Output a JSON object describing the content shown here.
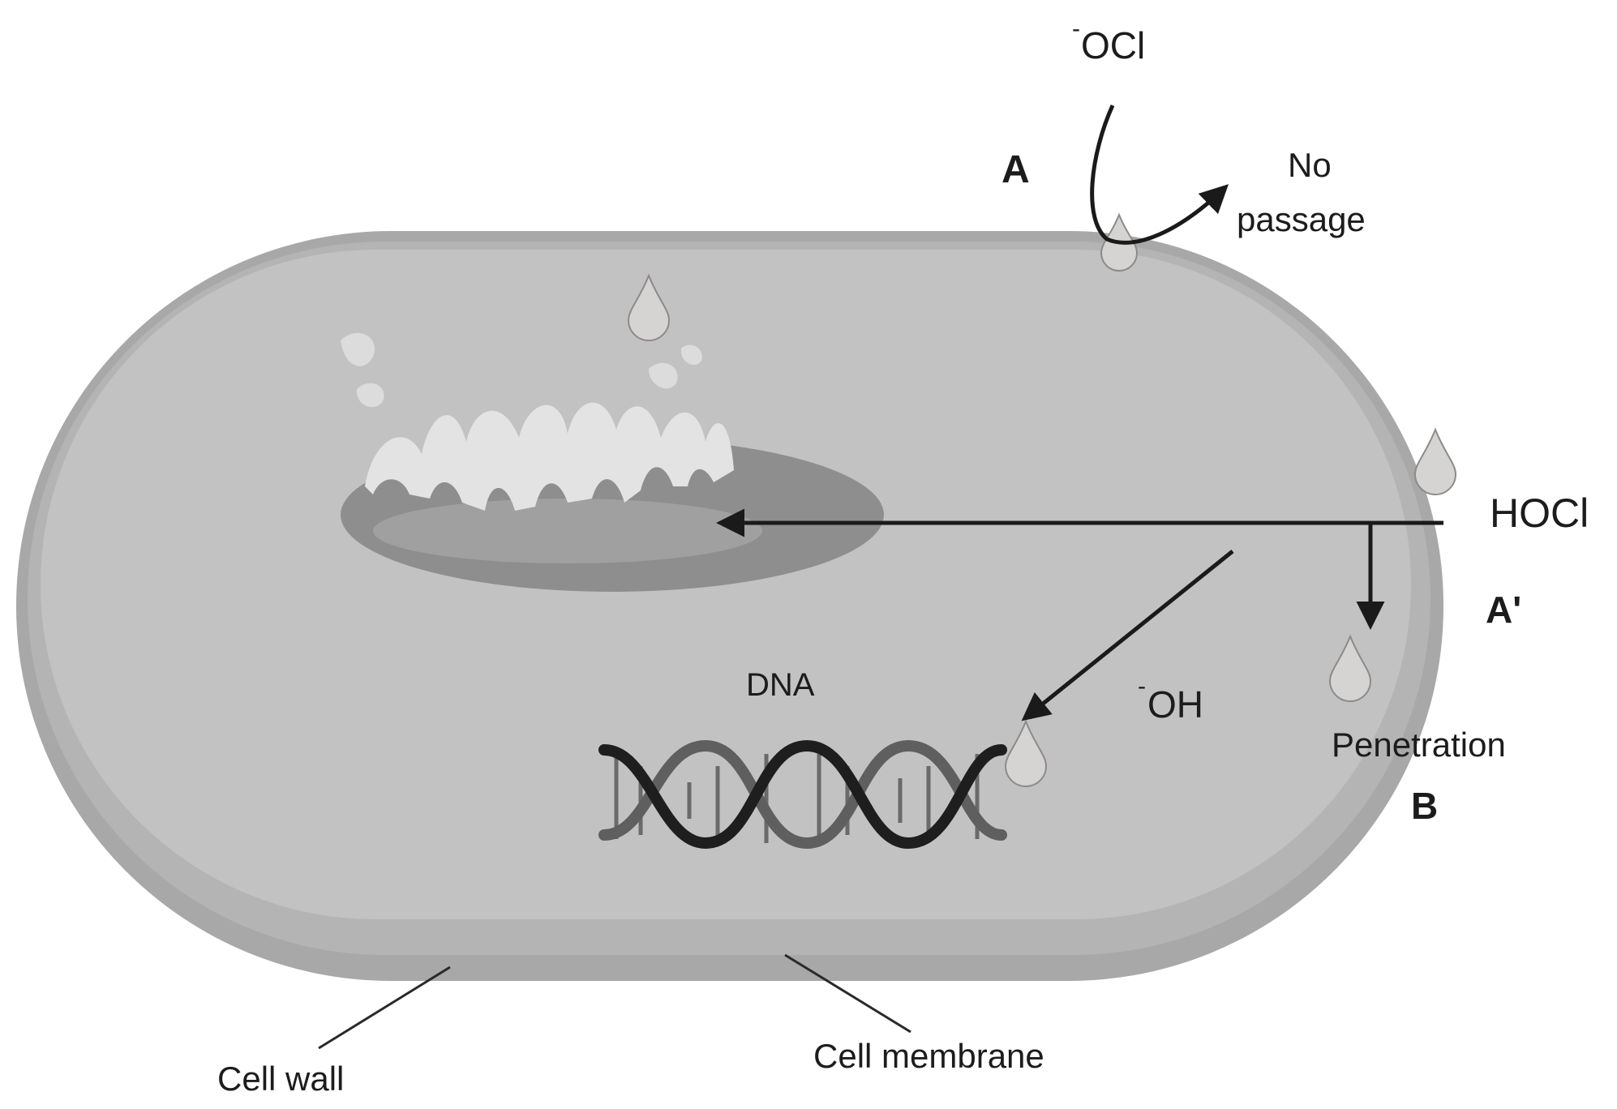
{
  "diagram": {
    "labels": {
      "ocl_superscript": "-",
      "ocl": "OCl",
      "region_a": "A",
      "no_passage_line1": "No",
      "no_passage_line2": "passage",
      "hocl": "HOCl",
      "region_a_prime": "A'",
      "dna": "DNA",
      "oh_superscript": "-",
      "oh": "OH",
      "penetration": "Penetration",
      "region_b": "B",
      "cell_wall": "Cell wall",
      "cell_membrane": "Cell membrane"
    },
    "colors": {
      "cell_wall": "#a8a8a8",
      "cytoplasm": "#c2c2c2",
      "arrow": "#1a1a1a",
      "droplet": "#d6d3d3",
      "mitochondrion_outer": "#8e8e8e",
      "mitochondrion_cristae": "#e3e3e3",
      "dna_dark": "#1e1e1e",
      "dna_light": "#5f5f5f"
    }
  }
}
